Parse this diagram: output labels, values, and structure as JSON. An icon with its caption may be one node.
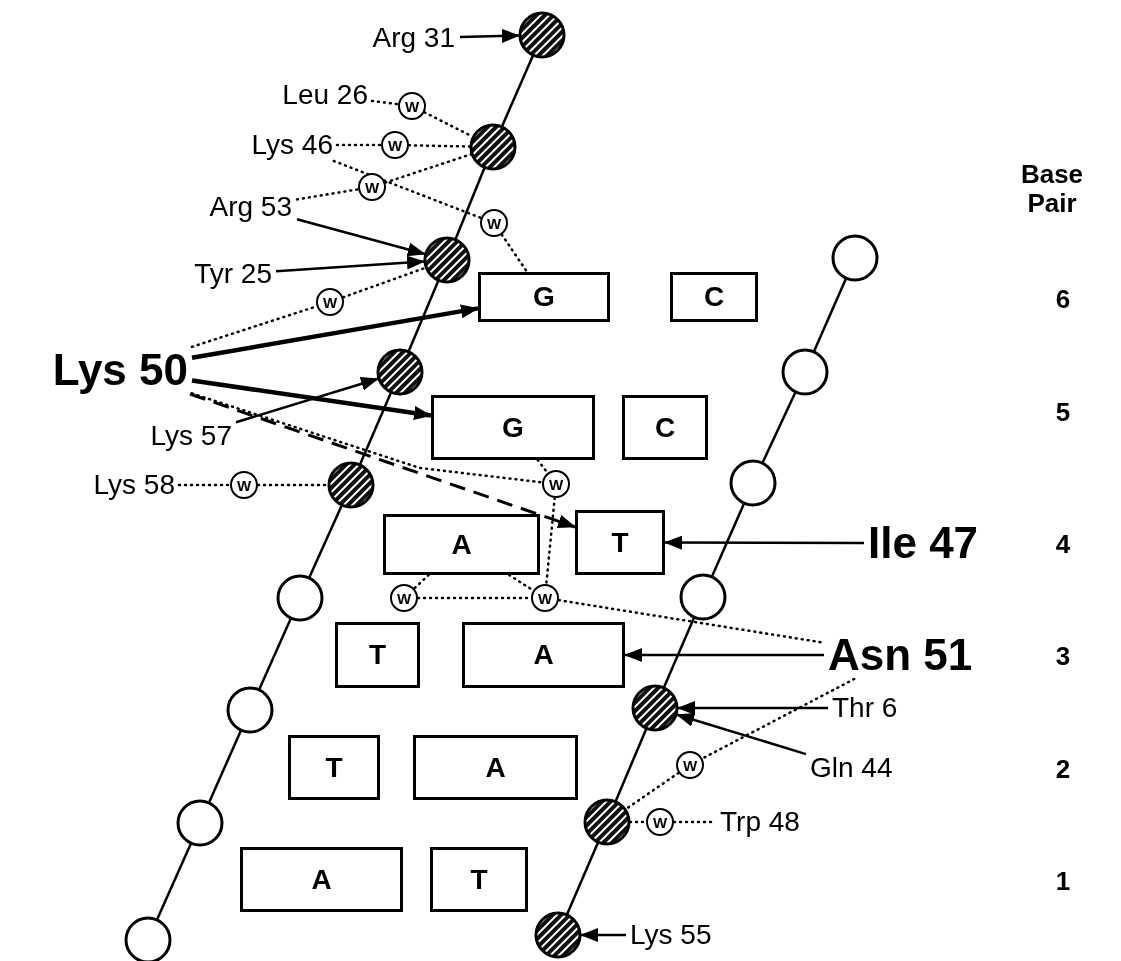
{
  "diagram": {
    "nodes": [
      {
        "text": [
          "Arg 31"
        ]
      },
      {
        "text": [],
        "shape": "circle"
      },
      {
        "text": [
          "Leu 26"
        ]
      },
      {
        "text": [
          "W"
        ]
      },
      {
        "text": [
          "Lys 46"
        ]
      },
      {
        "text": [
          "W"
        ]
      },
      {
        "text": [],
        "shape": "circle"
      },
      {
        "text": [
          "W"
        ]
      },
      {
        "text": [
          "Arg 53"
        ]
      },
      {
        "text": [
          "W"
        ]
      },
      {
        "text": [],
        "shape": "circle"
      },
      {
        "text": [
          "Tyr 25"
        ]
      },
      {
        "text": [],
        "shape": "circle"
      },
      {
        "text": [
          "W"
        ]
      },
      {
        "text": [
          "G"
        ]
      },
      {
        "text": [
          "C"
        ]
      },
      {
        "text": [
          "Lys 50"
        ]
      },
      {
        "text": [],
        "shape": "circle"
      },
      {
        "text": [],
        "shape": "circle"
      },
      {
        "text": [
          "Lys 57"
        ]
      },
      {
        "text": [
          "G"
        ]
      },
      {
        "text": [
          "C"
        ]
      },
      {
        "text": [
          "Lys 58"
        ]
      },
      {
        "text": [
          "W"
        ]
      },
      {
        "text": [],
        "shape": "circle"
      },
      {
        "text": [
          "W"
        ]
      },
      {
        "text": [],
        "shape": "circle"
      },
      {
        "text": [
          "A"
        ]
      },
      {
        "text": [
          "T"
        ]
      },
      {
        "text": [
          "Ile 47"
        ]
      },
      {
        "text": [],
        "shape": "circle"
      },
      {
        "text": [
          "W"
        ]
      },
      {
        "text": [
          "W"
        ]
      },
      {
        "text": [],
        "shape": "circle"
      },
      {
        "text": [
          "T"
        ]
      },
      {
        "text": [
          "A"
        ]
      },
      {
        "text": [
          "Asn 51"
        ]
      },
      {
        "text": [],
        "shape": "circle"
      },
      {
        "text": [],
        "shape": "circle"
      },
      {
        "text": [
          "Thr 6"
        ]
      },
      {
        "text": [
          "T"
        ]
      },
      {
        "text": [
          "A"
        ]
      },
      {
        "text": [
          "W"
        ]
      },
      {
        "text": [
          "Gln 44"
        ]
      },
      {
        "text": [],
        "shape": "circle"
      },
      {
        "text": [],
        "shape": "circle"
      },
      {
        "text": [
          "W"
        ]
      },
      {
        "text": [
          "Trp 48"
        ]
      },
      {
        "text": [
          "A"
        ]
      },
      {
        "text": [
          "T"
        ]
      },
      {
        "text": [],
        "shape": "circle"
      },
      {
        "text": [],
        "shape": "circle"
      },
      {
        "text": [
          "Lys 55"
        ]
      }
    ],
    "edges": [
      {
        "from": 1,
        "to": 6,
        "arrow": "none"
      },
      {
        "from": 6,
        "to": 12,
        "arrow": "none"
      },
      {
        "from": 12,
        "to": 17,
        "arrow": "none"
      },
      {
        "from": 17,
        "to": 24,
        "arrow": "none"
      },
      {
        "from": 24,
        "to": 30,
        "arrow": "none"
      },
      {
        "from": 30,
        "to": 38,
        "arrow": "none"
      },
      {
        "from": 38,
        "to": 44,
        "arrow": "none"
      },
      {
        "from": 44,
        "to": 50,
        "arrow": "none"
      },
      {
        "from": 10,
        "to": 18,
        "arrow": "none"
      },
      {
        "from": 18,
        "to": 26,
        "arrow": "none"
      },
      {
        "from": 26,
        "to": 33,
        "arrow": "none"
      },
      {
        "from": 33,
        "to": 37,
        "arrow": "none"
      },
      {
        "from": 37,
        "to": 45,
        "arrow": "none"
      },
      {
        "from": 45,
        "to": 51,
        "arrow": "none"
      },
      {
        "from": 0,
        "to": 1,
        "arrow": "to"
      },
      {
        "from": 2,
        "to": 3,
        "arrow": "none",
        "style": "dashed"
      },
      {
        "from": 3,
        "to": 6,
        "arrow": "none",
        "style": "dashed"
      },
      {
        "from": 4,
        "to": 5,
        "arrow": "none",
        "style": "dashed"
      },
      {
        "from": 5,
        "to": 6,
        "arrow": "none",
        "style": "dashed"
      },
      {
        "from": 4,
        "to": 9,
        "arrow": "none",
        "style": "dashed"
      },
      {
        "from": 9,
        "to": 14,
        "arrow": "none",
        "style": "dashed"
      },
      {
        "from": 8,
        "to": 7,
        "arrow": "none",
        "style": "dashed"
      },
      {
        "from": 7,
        "to": 6,
        "arrow": "none",
        "style": "dashed"
      },
      {
        "from": 8,
        "to": 12,
        "arrow": "to"
      },
      {
        "from": 11,
        "to": 12,
        "arrow": "to"
      },
      {
        "from": 16,
        "to": 13,
        "arrow": "none",
        "style": "dashed"
      },
      {
        "from": 13,
        "to": 12,
        "arrow": "none",
        "style": "dashed"
      },
      {
        "from": 16,
        "to": 14,
        "arrow": "to",
        "style": "thick"
      },
      {
        "from": 16,
        "to": 20,
        "arrow": "to",
        "style": "thick"
      },
      {
        "from": 19,
        "to": 17,
        "arrow": "to"
      },
      {
        "from": 16,
        "to": 25,
        "arrow": "none",
        "style": "dashed"
      },
      {
        "from": 16,
        "to": 28,
        "arrow": "to",
        "style": "dashed"
      },
      {
        "from": 22,
        "to": 23,
        "arrow": "none",
        "style": "dashed"
      },
      {
        "from": 23,
        "to": 24,
        "arrow": "none",
        "style": "dashed"
      },
      {
        "from": 20,
        "to": 25,
        "arrow": "none",
        "style": "dashed"
      },
      {
        "from": 25,
        "to": 32,
        "arrow": "none",
        "style": "dashed"
      },
      {
        "from": 27,
        "to": 31,
        "arrow": "none",
        "style": "dashed"
      },
      {
        "from": 27,
        "to": 32,
        "arrow": "none",
        "style": "dashed"
      },
      {
        "from": 31,
        "to": 32,
        "arrow": "none",
        "style": "dashed"
      },
      {
        "from": 32,
        "to": 36,
        "arrow": "none",
        "style": "dashed"
      },
      {
        "from": 29,
        "to": 28,
        "arrow": "to"
      },
      {
        "from": 36,
        "to": 35,
        "arrow": "to"
      },
      {
        "from": 36,
        "to": 42,
        "arrow": "none",
        "style": "dashed"
      },
      {
        "from": 42,
        "to": 45,
        "arrow": "none",
        "style": "dashed"
      },
      {
        "from": 39,
        "to": 37,
        "arrow": "to"
      },
      {
        "from": 43,
        "to": 37,
        "arrow": "to"
      },
      {
        "from": 45,
        "to": 46,
        "arrow": "none",
        "style": "dashed"
      },
      {
        "from": 46,
        "to": 47,
        "arrow": "none",
        "style": "dashed"
      },
      {
        "from": 52,
        "to": 51,
        "arrow": "to"
      }
    ],
    "labels": [
      "Base Pair",
      "6",
      "5",
      "4",
      "3",
      "2",
      "1"
    ]
  }
}
